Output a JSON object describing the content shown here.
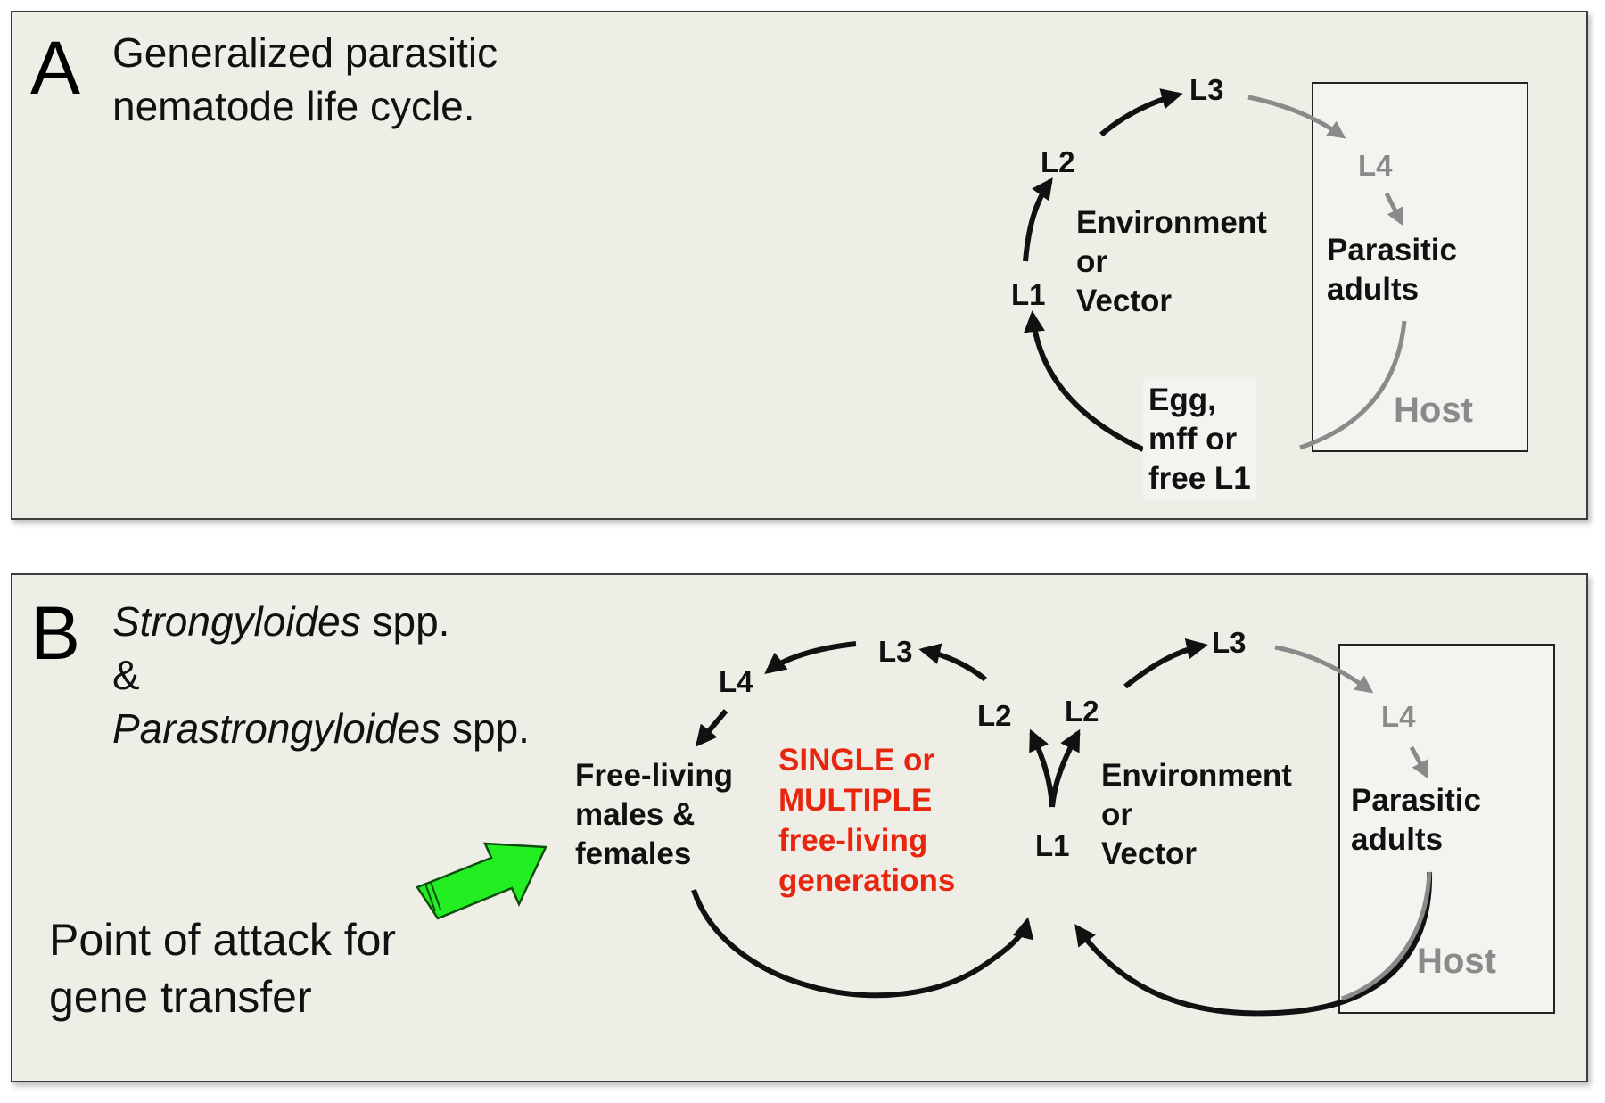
{
  "panel_a": {
    "letter": "A",
    "title_line1": "Generalized parasitic",
    "title_line2": "nematode life cycle.",
    "stages": {
      "l1": "L1",
      "l2": "L2",
      "l3": "L3",
      "l4": "L4"
    },
    "environment": [
      "Environment",
      "or",
      "Vector"
    ],
    "parasitic": [
      "Parasitic",
      "adults"
    ],
    "egg": [
      "Egg,",
      "mff or",
      "free L1"
    ],
    "host": "Host"
  },
  "panel_b": {
    "letter": "B",
    "title_italic1": "Strongyloides",
    "title_spp1": " spp.",
    "title_amp": "&",
    "title_italic2": "Parastrongyloides",
    "title_spp2": " spp.",
    "free_living": [
      "Free-living",
      "males &",
      "females"
    ],
    "generations": [
      "SINGLE or",
      "MULTIPLE",
      "free-living",
      "generations"
    ],
    "left_stages": {
      "l2": "L2",
      "l3": "L3",
      "l4": "L4"
    },
    "right_stages": {
      "l1": "L1",
      "l2": "L2",
      "l3": "L3",
      "l4": "L4"
    },
    "environment": [
      "Environment",
      "or",
      "Vector"
    ],
    "parasitic": [
      "Parasitic",
      "adults"
    ],
    "host": "Host",
    "attack": [
      "Point of attack for",
      "gene transfer"
    ]
  },
  "colors": {
    "panel_bg": "#eeeee6",
    "arrow_black": "#111111",
    "arrow_gray": "#8a8a8a",
    "highlight_red": "#e8250e",
    "pointer_green": "#22ee22"
  }
}
